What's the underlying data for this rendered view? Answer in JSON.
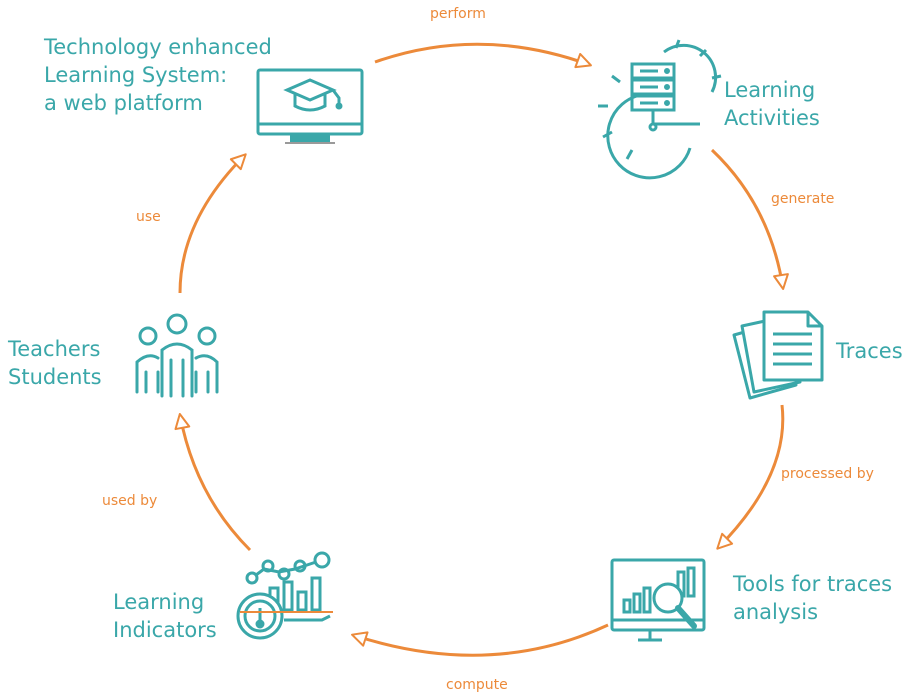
{
  "colors": {
    "node": "#3aa7a9",
    "edge": "#ec8a3a"
  },
  "nodes": {
    "platform": {
      "lines": [
        "Technology enhanced",
        "Learning System:",
        "a web platform"
      ],
      "icon": "computer-graduation-cap-icon"
    },
    "activities": {
      "lines": [
        "Learning",
        "Activities"
      ],
      "icon": "server-gear-icon"
    },
    "traces": {
      "lines": [
        "Traces"
      ],
      "icon": "documents-icon"
    },
    "tools": {
      "lines": [
        "Tools for traces",
        "analysis"
      ],
      "icon": "monitor-chart-magnifier-icon"
    },
    "indicators": {
      "lines": [
        "Learning",
        "Indicators"
      ],
      "icon": "gauge-chart-icon"
    },
    "people": {
      "lines": [
        "Teachers",
        "Students"
      ],
      "icon": "people-group-icon"
    }
  },
  "edges": {
    "perform": "perform",
    "generate": "generate",
    "processed_by": "processed by",
    "compute": "compute",
    "used_by": "used by",
    "use": "use"
  }
}
